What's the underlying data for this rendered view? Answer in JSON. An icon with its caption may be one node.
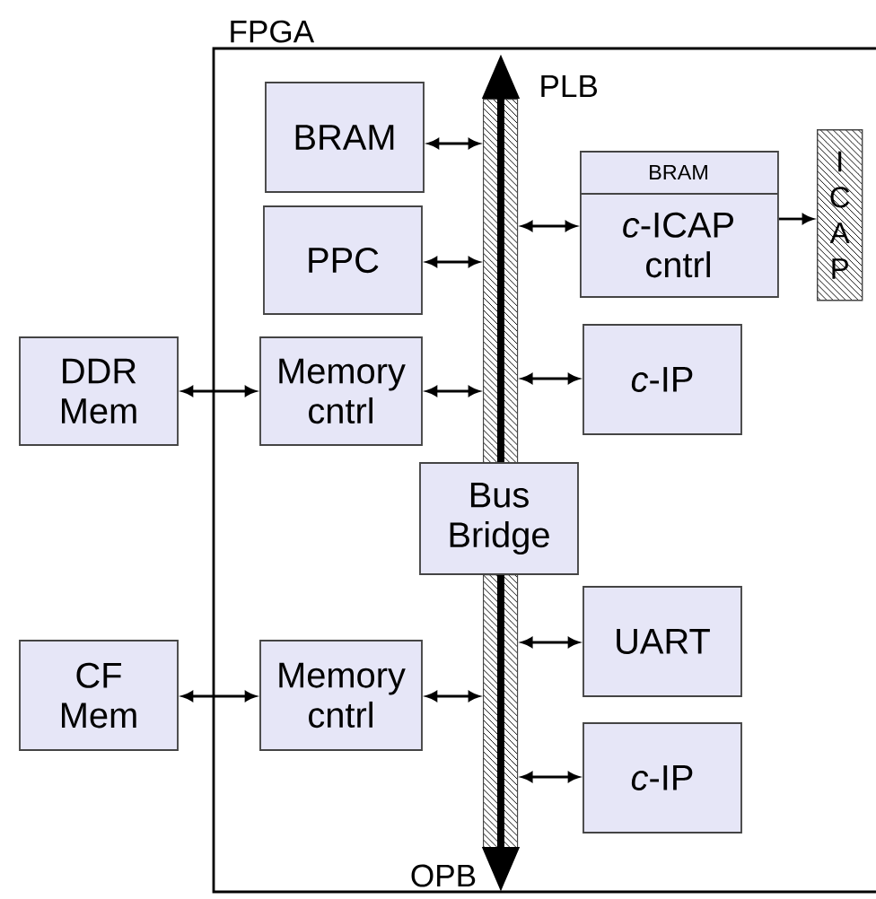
{
  "diagram": {
    "nodes": [
      {
        "text": [
          "FPGA"
        ]
      },
      {
        "text": [
          "PLB"
        ],
        "in": 0
      },
      {
        "text": [
          "OPB"
        ],
        "in": 0
      },
      {
        "text": [
          "BRAM"
        ],
        "in": 0
      },
      {
        "text": [
          "PPC"
        ],
        "in": 0
      },
      {
        "text": [
          "BRAM",
          "*c*-ICAP cntrl"
        ],
        "in": 0
      },
      {
        "text": [
          "ICAP"
        ],
        "in": 0
      },
      {
        "text": [
          "DDR Mem"
        ]
      },
      {
        "text": [
          "Memory cntrl"
        ],
        "in": 0
      },
      {
        "text": [
          "*c*-IP"
        ],
        "in": 0
      },
      {
        "text": [
          "Bus Bridge"
        ],
        "in": 0
      },
      {
        "text": [
          "UART"
        ],
        "in": 0
      },
      {
        "text": [
          "CF Mem"
        ]
      },
      {
        "text": [
          "Memory cntrl"
        ],
        "in": 0
      },
      {
        "text": [
          "*c*-IP"
        ],
        "in": 0
      }
    ],
    "edges": [
      {
        "from": 3,
        "to": 1,
        "arrow": "both"
      },
      {
        "from": 4,
        "to": 1,
        "arrow": "both"
      },
      {
        "from": 1,
        "to": 5,
        "arrow": "both"
      },
      {
        "from": 5,
        "to": 6,
        "arrow": "to"
      },
      {
        "from": 7,
        "to": 8,
        "arrow": "both"
      },
      {
        "from": 8,
        "to": 1,
        "arrow": "both"
      },
      {
        "from": 1,
        "to": 9,
        "arrow": "both"
      },
      {
        "from": 2,
        "to": 11,
        "arrow": "both"
      },
      {
        "from": 12,
        "to": 13,
        "arrow": "both"
      },
      {
        "from": 13,
        "to": 2,
        "arrow": "both"
      },
      {
        "from": 2,
        "to": 14,
        "arrow": "both"
      }
    ]
  }
}
